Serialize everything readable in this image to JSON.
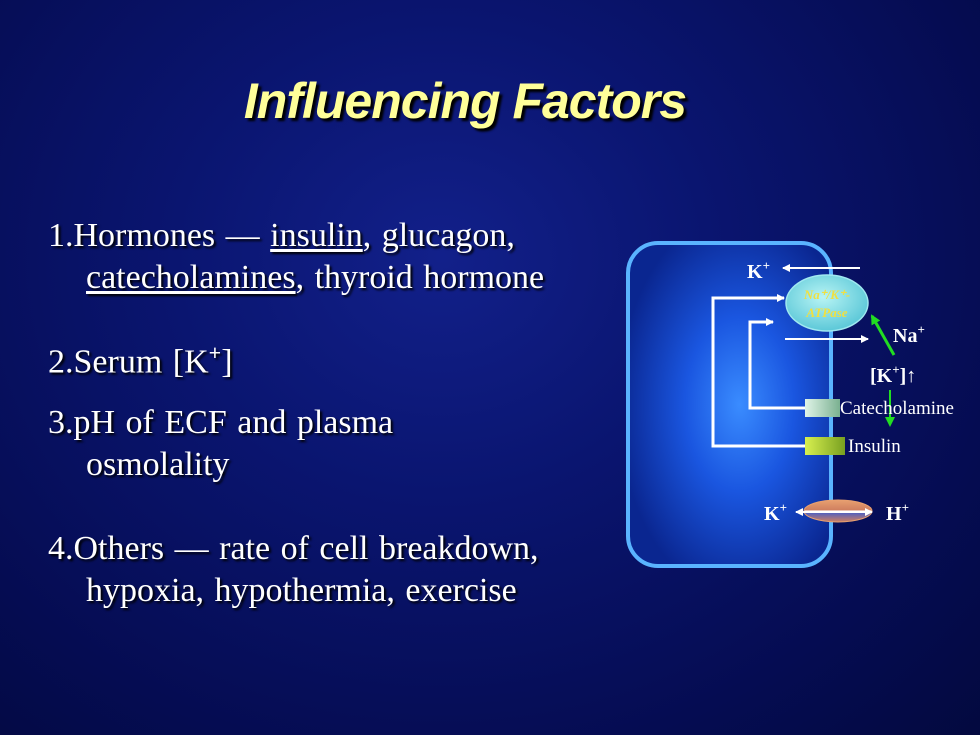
{
  "slide": {
    "title": "Influencing Factors"
  },
  "items": [
    {
      "number": "1.",
      "lead": "Hormones — ",
      "underlined_a": "insulin",
      "text_a": ", glucagon,",
      "underlined_b": "catecholamines",
      "text_b": ", thyroid hormone"
    },
    {
      "number": "2.",
      "text_pre": "Serum [K",
      "sup": "+",
      "text_post": "]"
    },
    {
      "number": "3.",
      "line1": "pH of ECF and plasma",
      "line2": "osmolality"
    },
    {
      "number": "4.",
      "line1": "Others — rate of cell breakdown,",
      "line2": "hypoxia, hypothermia, exercise"
    }
  ],
  "diagram": {
    "pump_label_line1": "Na⁺/K⁺-",
    "pump_label_line2": "ATPase",
    "k_out_label": "K",
    "k_out_sup": "+",
    "na_label": "Na",
    "na_sup": "+",
    "k_conc_label": "[K",
    "k_conc_sup": "+",
    "k_conc_suffix": "]↑",
    "catecholamine_label": "Catecholamine",
    "insulin_label": "Insulin",
    "k_exchange_label": "K",
    "k_exchange_sup": "+",
    "h_exchange_label": "H",
    "h_exchange_sup": "+"
  },
  "colors": {
    "title": "#ffff99",
    "text": "#ffffff",
    "cell_border": "#5ab4ff",
    "pump_fill": "#6fd8e0",
    "pump_text": "#f0e040",
    "green_arrow": "#22dd22",
    "insulin_bar": "#b8e030",
    "catecholamine_bar": "#c0e8d0",
    "exchanger": "#e8a070"
  }
}
